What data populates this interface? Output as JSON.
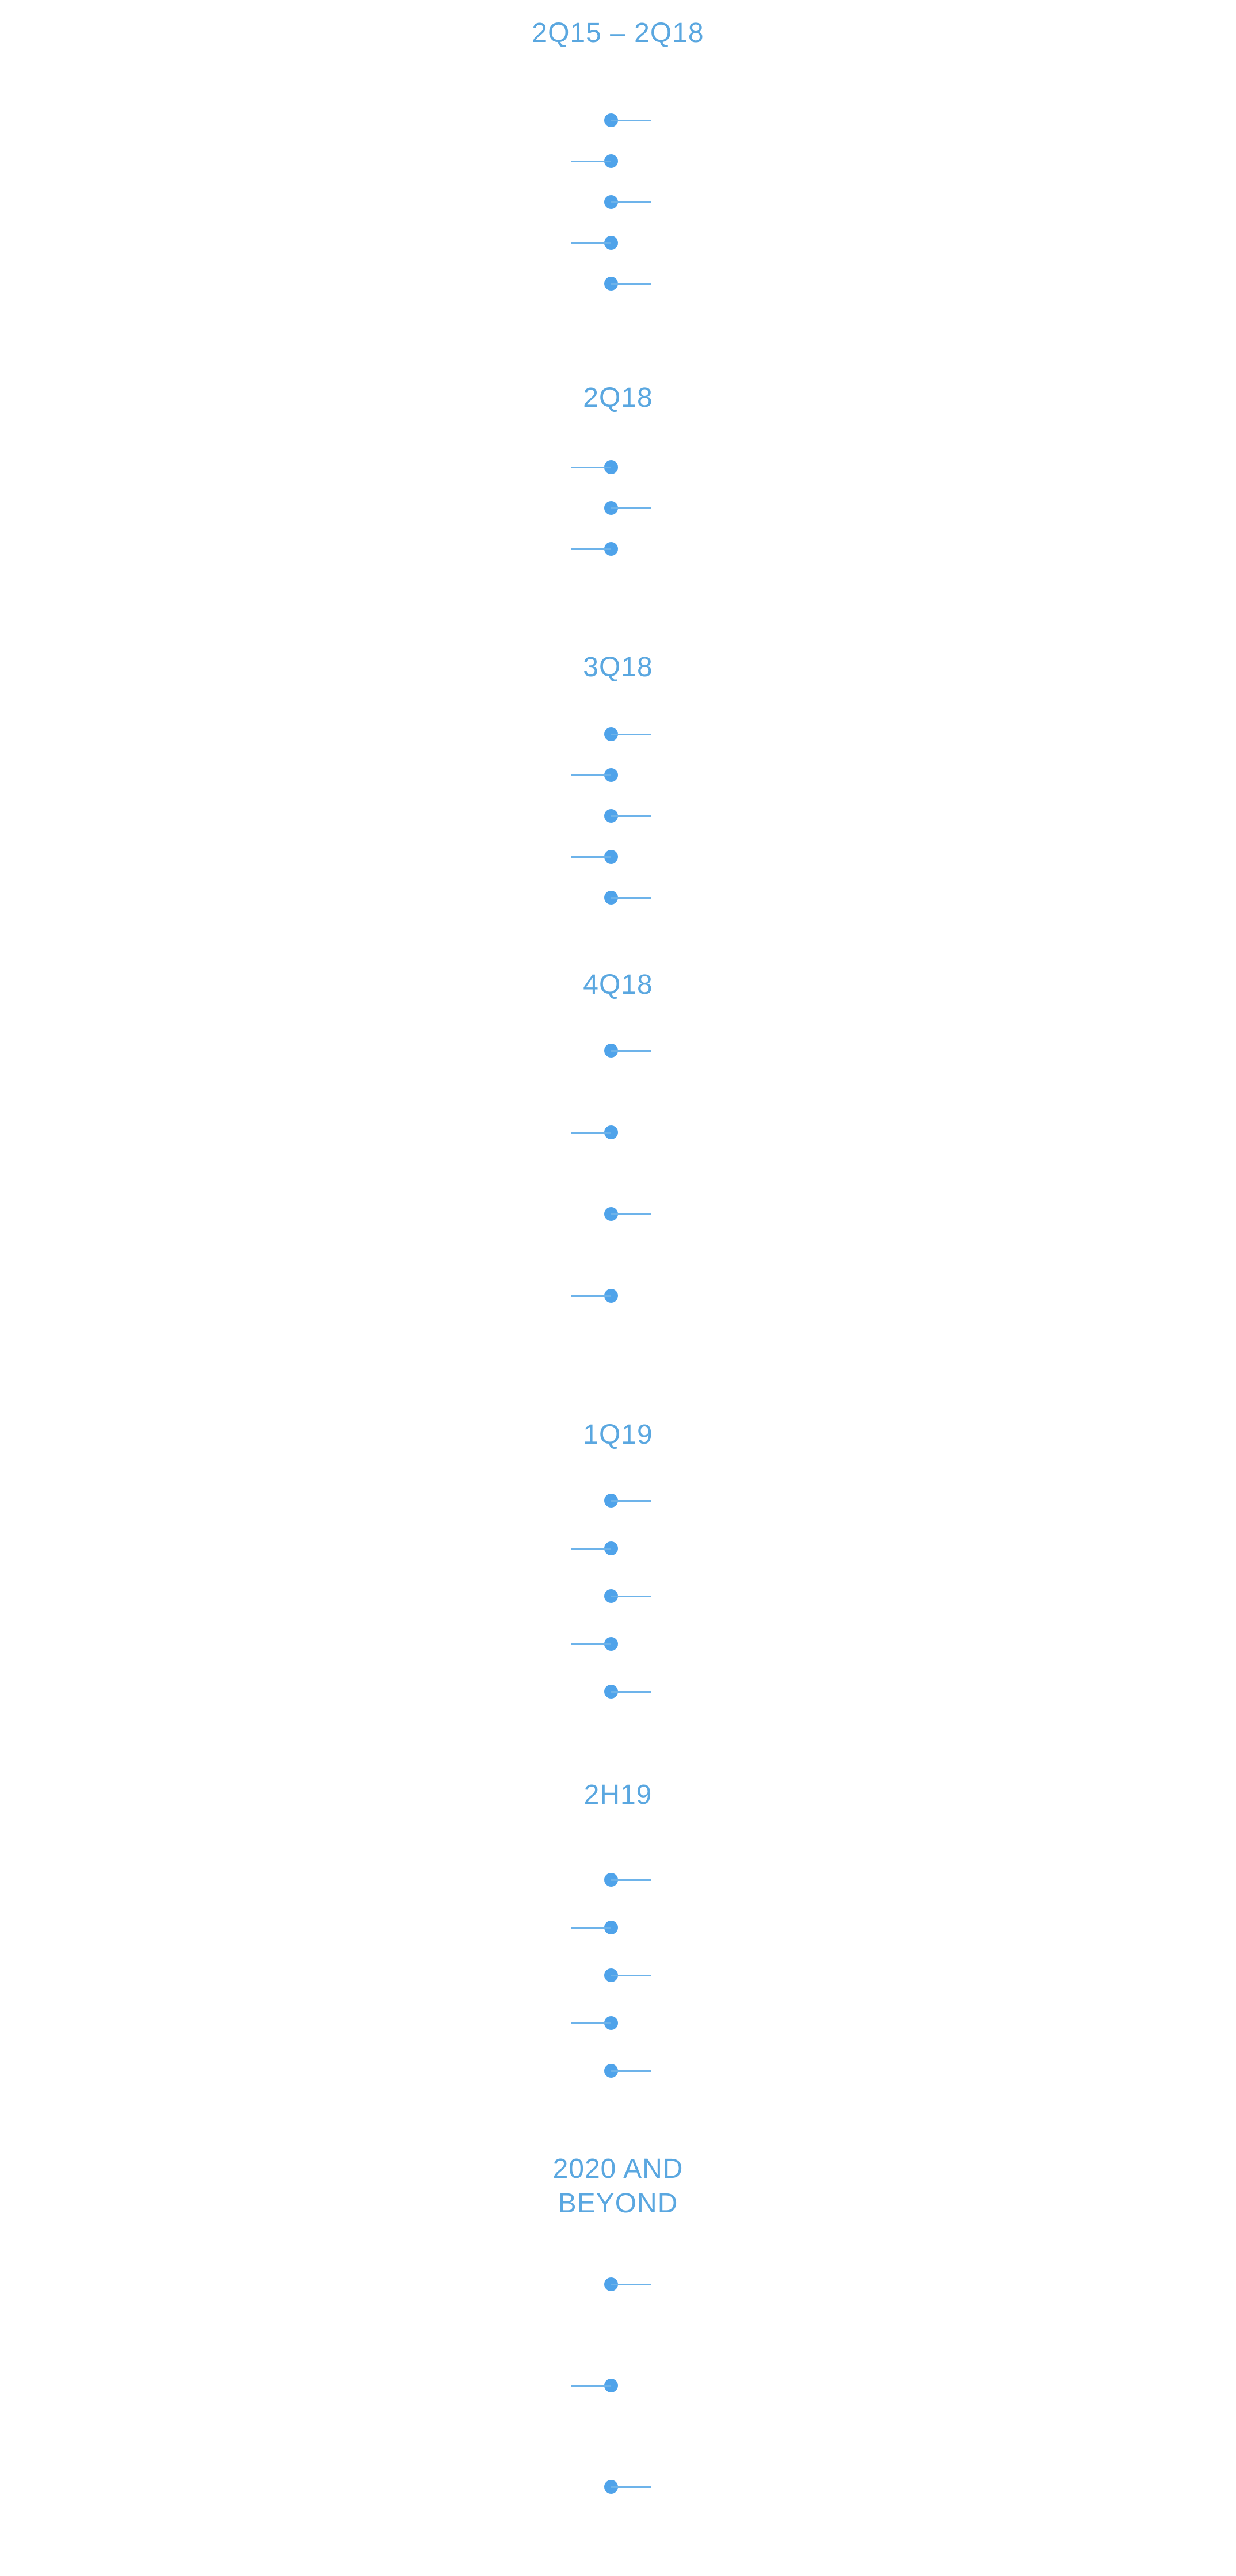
{
  "timeline": {
    "accent_color": "#4fa3ea",
    "label_color": "#5aa7e0",
    "periods": [
      {
        "label": "2Q15 – 2Q18",
        "milestones": [
          "right",
          "left",
          "right",
          "left",
          "right"
        ]
      },
      {
        "label": "2Q18",
        "milestones": [
          "left",
          "right",
          "left"
        ]
      },
      {
        "label": "3Q18",
        "milestones": [
          "right",
          "left",
          "right",
          "left",
          "right"
        ]
      },
      {
        "label": "4Q18",
        "milestones": [
          "right",
          "left",
          "right",
          "left"
        ]
      },
      {
        "label": "1Q19",
        "milestones": [
          "right",
          "left",
          "right",
          "left",
          "right"
        ]
      },
      {
        "label": "2H19",
        "milestones": [
          "right",
          "left",
          "right",
          "left",
          "right"
        ]
      },
      {
        "label_line1": "2020 AND",
        "label_line2": "BEYOND",
        "milestones": [
          "right",
          "left",
          "right"
        ]
      }
    ]
  }
}
